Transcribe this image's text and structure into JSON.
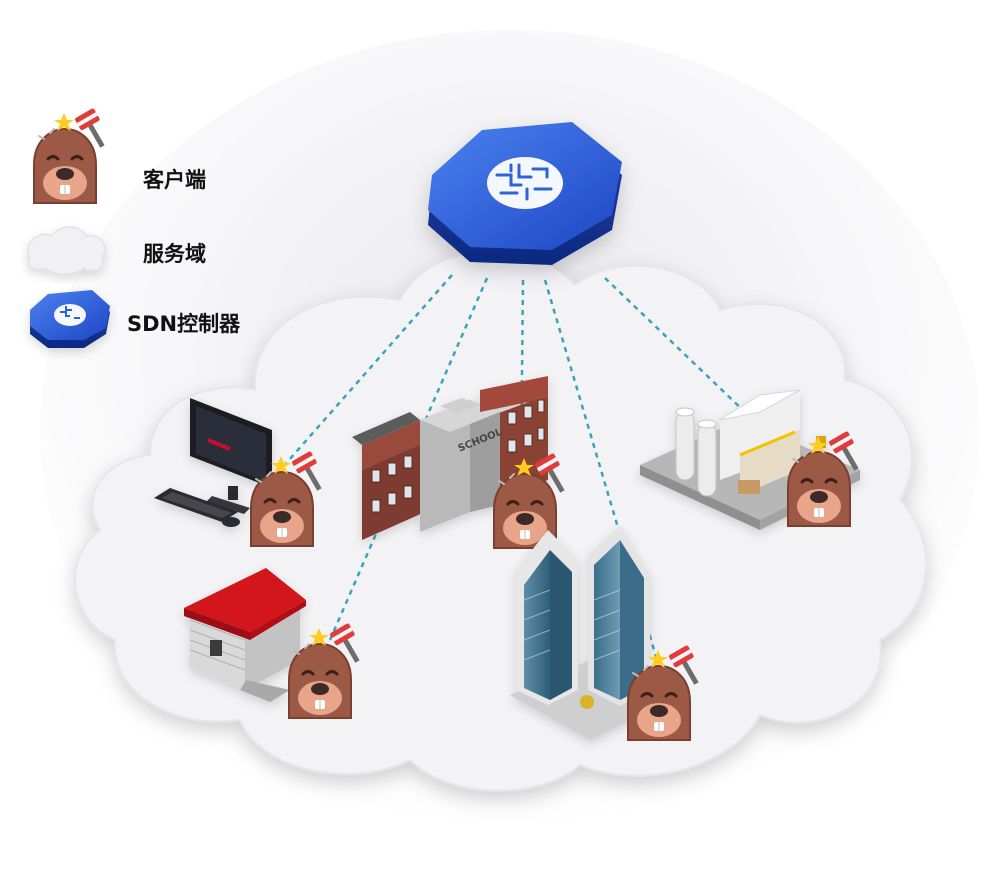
{
  "legend": {
    "items": [
      {
        "id": "client",
        "label": "客户端",
        "icon": "mole-client-icon"
      },
      {
        "id": "domain",
        "label": "服务域",
        "icon": "cloud-icon"
      },
      {
        "id": "controller",
        "label": "SDN控制器",
        "icon": "sdn-controller-icon"
      }
    ]
  },
  "diagram": {
    "controller_icon": "brain-hexagon-icon",
    "school_sign": "SCHOOL",
    "nodes": [
      {
        "id": "computer",
        "icon": "computer-icon"
      },
      {
        "id": "school",
        "icon": "school-building-icon"
      },
      {
        "id": "factory",
        "icon": "factory-icon"
      },
      {
        "id": "house",
        "icon": "house-icon"
      },
      {
        "id": "office",
        "icon": "office-tower-icon"
      }
    ],
    "link_style": "dashed",
    "colors": {
      "controller_blue": "#2456d6",
      "link": "#3aa3b8",
      "cloud": "#f1f1f4",
      "mole": "#9c5a46",
      "roof_red": "#d3131c"
    }
  }
}
